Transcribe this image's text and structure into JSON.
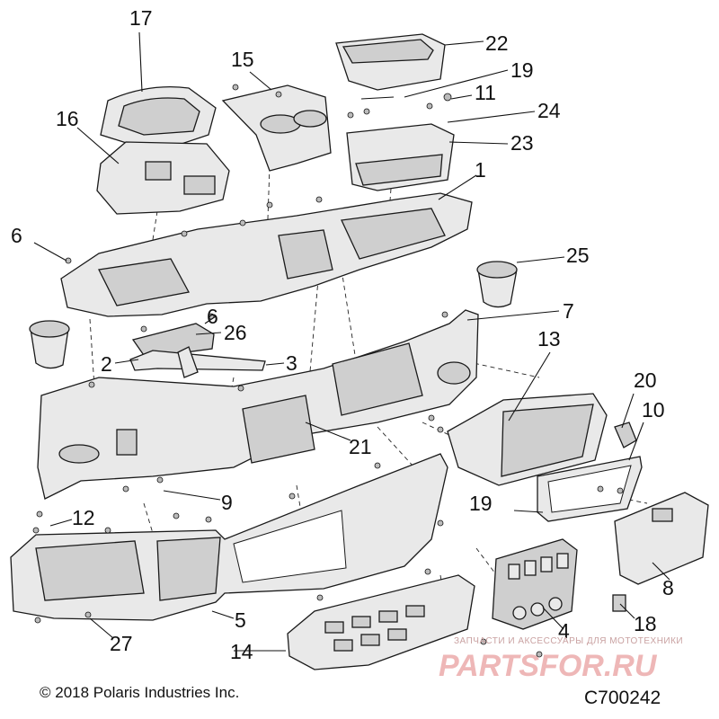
{
  "copyright": "© 2018 Polaris Industries Inc.",
  "diagram_code": "C700242",
  "watermark": {
    "tagline": "ЗАПЧАСТИ И АКСЕССУАРЫ ДЛЯ МОТОТЕХНИКИ",
    "brand": "PARTSFOR.RU"
  },
  "callouts": {
    "c1": "1",
    "c2": "2",
    "c3": "3",
    "c4": "4",
    "c5": "5",
    "c6a": "6",
    "c6b": "6",
    "c7": "7",
    "c8": "8",
    "c9": "9",
    "c10": "10",
    "c11": "11",
    "c12": "12",
    "c13": "13",
    "c14": "14",
    "c15": "15",
    "c16": "16",
    "c17": "17",
    "c18": "18",
    "c19a": "19",
    "c19b": "19",
    "c20": "20",
    "c21": "21",
    "c22": "22",
    "c23": "23",
    "c24": "24",
    "c25": "25",
    "c26": "26",
    "c27": "27"
  }
}
